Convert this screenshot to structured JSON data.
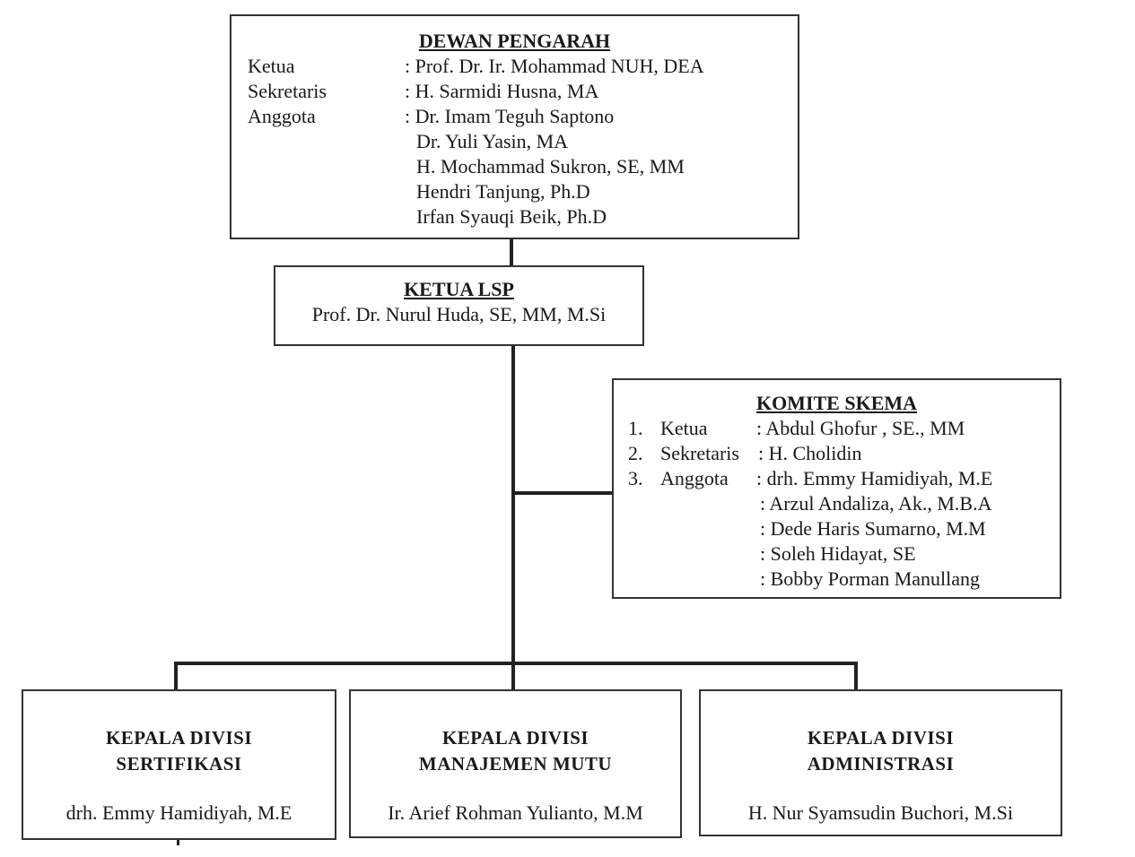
{
  "dewan_pengarah": {
    "title": "DEWAN PENGARAH",
    "rows": [
      {
        "role": "Ketua",
        "name": ": Prof. Dr. Ir. Mohammad NUH, DEA"
      },
      {
        "role": "Sekretaris",
        "name": ": H. Sarmidi Husna, MA"
      },
      {
        "role": "Anggota",
        "name": ": Dr. Imam Teguh Saptono"
      },
      {
        "role": "",
        "name": "Dr. Yuli Yasin, MA"
      },
      {
        "role": "",
        "name": "H. Mochammad Sukron, SE, MM"
      },
      {
        "role": "",
        "name": "Hendri Tanjung, Ph.D"
      },
      {
        "role": "",
        "name": "Irfan Syauqi Beik, Ph.D"
      }
    ]
  },
  "ketua_lsp": {
    "title": "KETUA LSP",
    "name": "Prof. Dr. Nurul Huda, SE, MM, M.Si"
  },
  "komite_skema": {
    "title": "KOMITE SKEMA",
    "rows": [
      {
        "num": "1.",
        "role": "Ketua",
        "name": ": Abdul Ghofur , SE., MM"
      },
      {
        "num": "2.",
        "role": "Sekretaris",
        "name": ": H. Cholidin"
      },
      {
        "num": "3.",
        "role": "Anggota",
        "name": ": drh. Emmy Hamidiyah, M.E"
      },
      {
        "num": "",
        "role": "",
        "name": ": Arzul Andaliza, Ak., M.B.A"
      },
      {
        "num": "",
        "role": "",
        "name": ": Dede Haris Sumarno, M.M"
      },
      {
        "num": "",
        "role": "",
        "name": ": Soleh Hidayat, SE"
      },
      {
        "num": "",
        "role": "",
        "name": ": Bobby Porman Manullang"
      }
    ]
  },
  "divisions": [
    {
      "line1": "KEPALA DIVISI",
      "line2": "SERTIFIKASI",
      "name": "drh. Emmy Hamidiyah, M.E"
    },
    {
      "line1": "KEPALA DIVISI",
      "line2": "MANAJEMEN MUTU",
      "name": "Ir. Arief Rohman Yulianto, M.M"
    },
    {
      "line1": "KEPALA DIVISI",
      "line2": "ADMINISTRASI",
      "name": "H. Nur Syamsudin Buchori, M.Si"
    }
  ]
}
